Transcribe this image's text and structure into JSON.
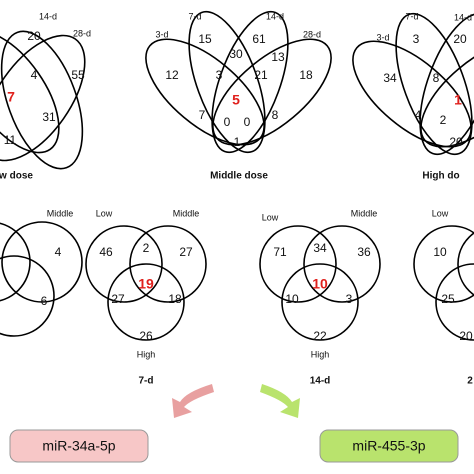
{
  "figure": {
    "top_row": [
      {
        "caption": "w dose",
        "sets": [
          "14-d",
          "28-d"
        ],
        "numbers": [
          "20",
          "4",
          "55",
          "7",
          "31",
          "11"
        ],
        "highlight": "7"
      },
      {
        "caption": "Middle dose",
        "sets": [
          "3-d",
          "7-d",
          "14-d",
          "28-d"
        ],
        "numbers": [
          "15",
          "61",
          "12",
          "30",
          "13",
          "3",
          "21",
          "18",
          "5",
          "7",
          "0",
          "0",
          "8",
          "1"
        ],
        "highlight": "5"
      },
      {
        "caption": "High do",
        "sets": [
          "3-d",
          "7-d",
          "14-d"
        ],
        "numbers": [
          "3",
          "20",
          "34",
          "8",
          "4",
          "2",
          "1",
          "20"
        ],
        "highlight": "1"
      }
    ],
    "bottom_row": [
      {
        "caption": "",
        "sets": [
          "Middle"
        ],
        "numbers": [
          "4",
          "6"
        ],
        "highlight": ""
      },
      {
        "caption": "7-d",
        "sets": [
          "Low",
          "Middle",
          "High"
        ],
        "numbers": [
          "46",
          "2",
          "27",
          "27",
          "19",
          "18",
          "26"
        ],
        "highlight": "19"
      },
      {
        "caption": "14-d",
        "sets": [
          "Low",
          "Middle",
          "High"
        ],
        "numbers": [
          "71",
          "34",
          "36",
          "10",
          "10",
          "3",
          "22"
        ],
        "highlight": "10"
      },
      {
        "caption": "2",
        "sets": [
          "Low"
        ],
        "numbers": [
          "10",
          "25",
          "20"
        ],
        "highlight": ""
      }
    ],
    "outputs": [
      {
        "label": "miR-34a-5p",
        "fill": "#f7c7c7",
        "arrow": "#e8a0a0"
      },
      {
        "label": "miR-455-3p",
        "fill": "#b9e36d",
        "arrow": "#b9e36d"
      }
    ]
  }
}
